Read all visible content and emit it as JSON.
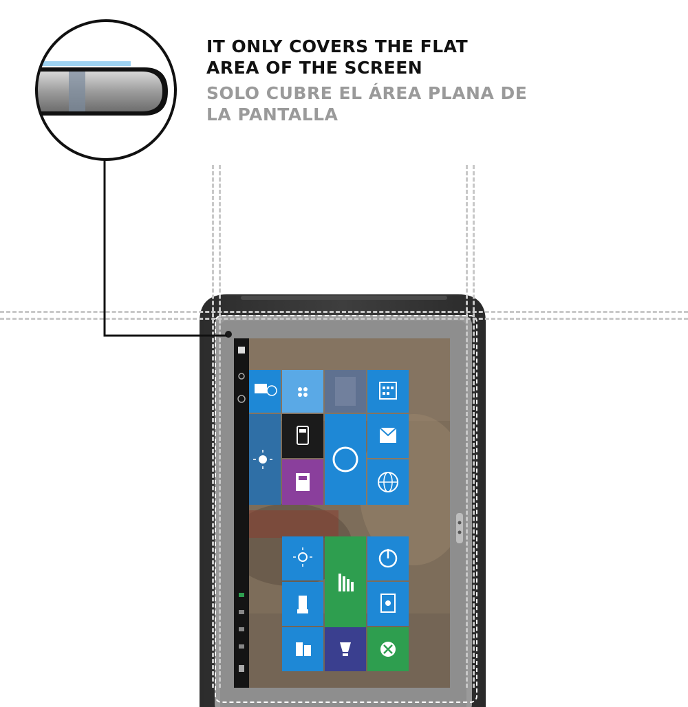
{
  "headline": {
    "english_lines": [
      "IT ONLY COVERS THE FLAT",
      "AREA OF THE SCREEN"
    ],
    "spanish_lines": [
      "SOLO CUBRE EL ÁREA PLANA DE",
      "LA PANTALLA"
    ]
  },
  "icons": {
    "callout": "screen-edge-magnifier-icon",
    "tablet": "rugged-tablet-icon"
  },
  "colors": {
    "english_text": "#111111",
    "spanish_text": "#9a9a9a",
    "tile_blue": "#1e88d6",
    "tile_green": "#2e9e4f",
    "tile_purple": "#8a3f9c",
    "tile_dark": "#1b1b1b",
    "tile_navy": "#3a3f8f",
    "protector_film": "#9fd3f2",
    "tablet_body": "#3a3a3a"
  }
}
